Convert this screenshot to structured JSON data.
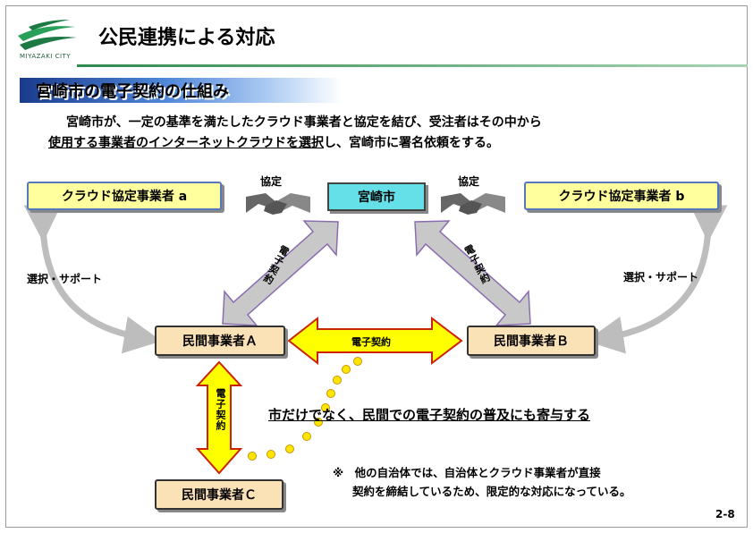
{
  "header": {
    "logo_text": "MIYAZAKI CITY",
    "title": "公民連携による対応"
  },
  "section": {
    "title": "宮崎市の電子契約の仕組み"
  },
  "intro": {
    "line1": "宮崎市が、一定の基準を満たしたクラウド事業者と協定を結び、受注者はその中から",
    "line2_underlined": "使用する事業者のインターネットクラウドを選択",
    "line2_rest": "し、宮崎市に署名依頼をする。"
  },
  "nodes": {
    "cloud_a": "クラウド協定事業者 a",
    "cloud_b": "クラウド協定事業者 b",
    "city": "宮崎市",
    "biz_a": "民間事業者Ａ",
    "biz_b": "民間事業者Ｂ",
    "biz_c": "民間事業者Ｃ"
  },
  "labels": {
    "agreement_left": "協定",
    "agreement_right": "協定",
    "select_support_left": "選択・サポート",
    "select_support_right": "選択・サポート",
    "e_contract_city_a": "電子契約",
    "e_contract_city_b": "電子契約",
    "e_contract_ab": "電子契約",
    "e_contract_ac": "電子契約"
  },
  "slogan": "市だけでなく、民間での電子契約の普及にも寄与する",
  "note": {
    "line1": "※　他の自治体では、自治体とクラウド事業者が直接",
    "line2": "契約を締結しているため、限定的な対応になっている。"
  },
  "page_number": "2-8",
  "colors": {
    "cloud_fill": "#ffff9e",
    "city_fill": "#66e0e8",
    "business_fill": "#fbe1b6",
    "yellow_arrow": "#ffff00",
    "arrow_outline": "#cc2200",
    "gray_arrow": "#c0c0c0"
  },
  "icons": [
    "handshake-icon",
    "handshake-icon"
  ]
}
